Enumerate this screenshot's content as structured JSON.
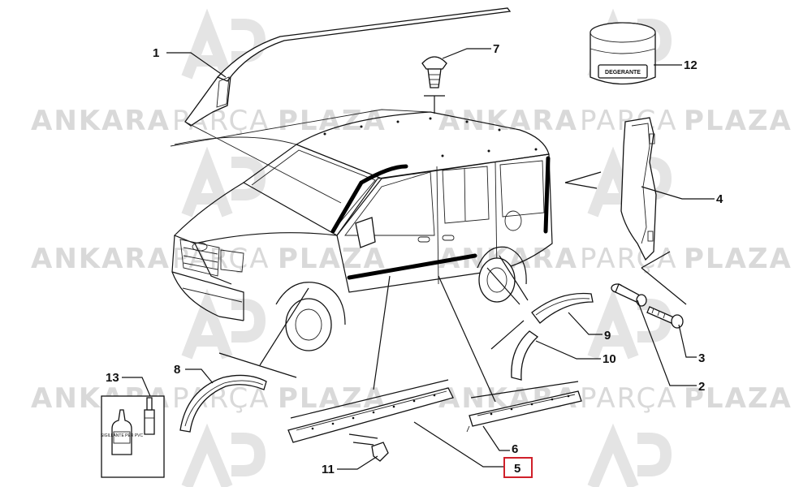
{
  "watermark": {
    "brand_bold": "ANKARA",
    "brand_light": "PARÇA",
    "brand_bold2": "PLAZA"
  },
  "jar_label": "DEGERANTE",
  "bottle_label": "SIGILLANTE PER PVC",
  "callouts": [
    {
      "id": "1",
      "label": "1"
    },
    {
      "id": "2",
      "label": "2"
    },
    {
      "id": "3",
      "label": "3"
    },
    {
      "id": "4",
      "label": "4"
    },
    {
      "id": "5",
      "label": "5",
      "highlighted": true
    },
    {
      "id": "6",
      "label": "6"
    },
    {
      "id": "7",
      "label": "7"
    },
    {
      "id": "8",
      "label": "8"
    },
    {
      "id": "9",
      "label": "9"
    },
    {
      "id": "10",
      "label": "10"
    },
    {
      "id": "11",
      "label": "11"
    },
    {
      "id": "12",
      "label": "12"
    },
    {
      "id": "13",
      "label": "13"
    }
  ],
  "colors": {
    "highlight": "#d0202a",
    "watermark": "#d9d9d9",
    "ink": "#111111"
  }
}
